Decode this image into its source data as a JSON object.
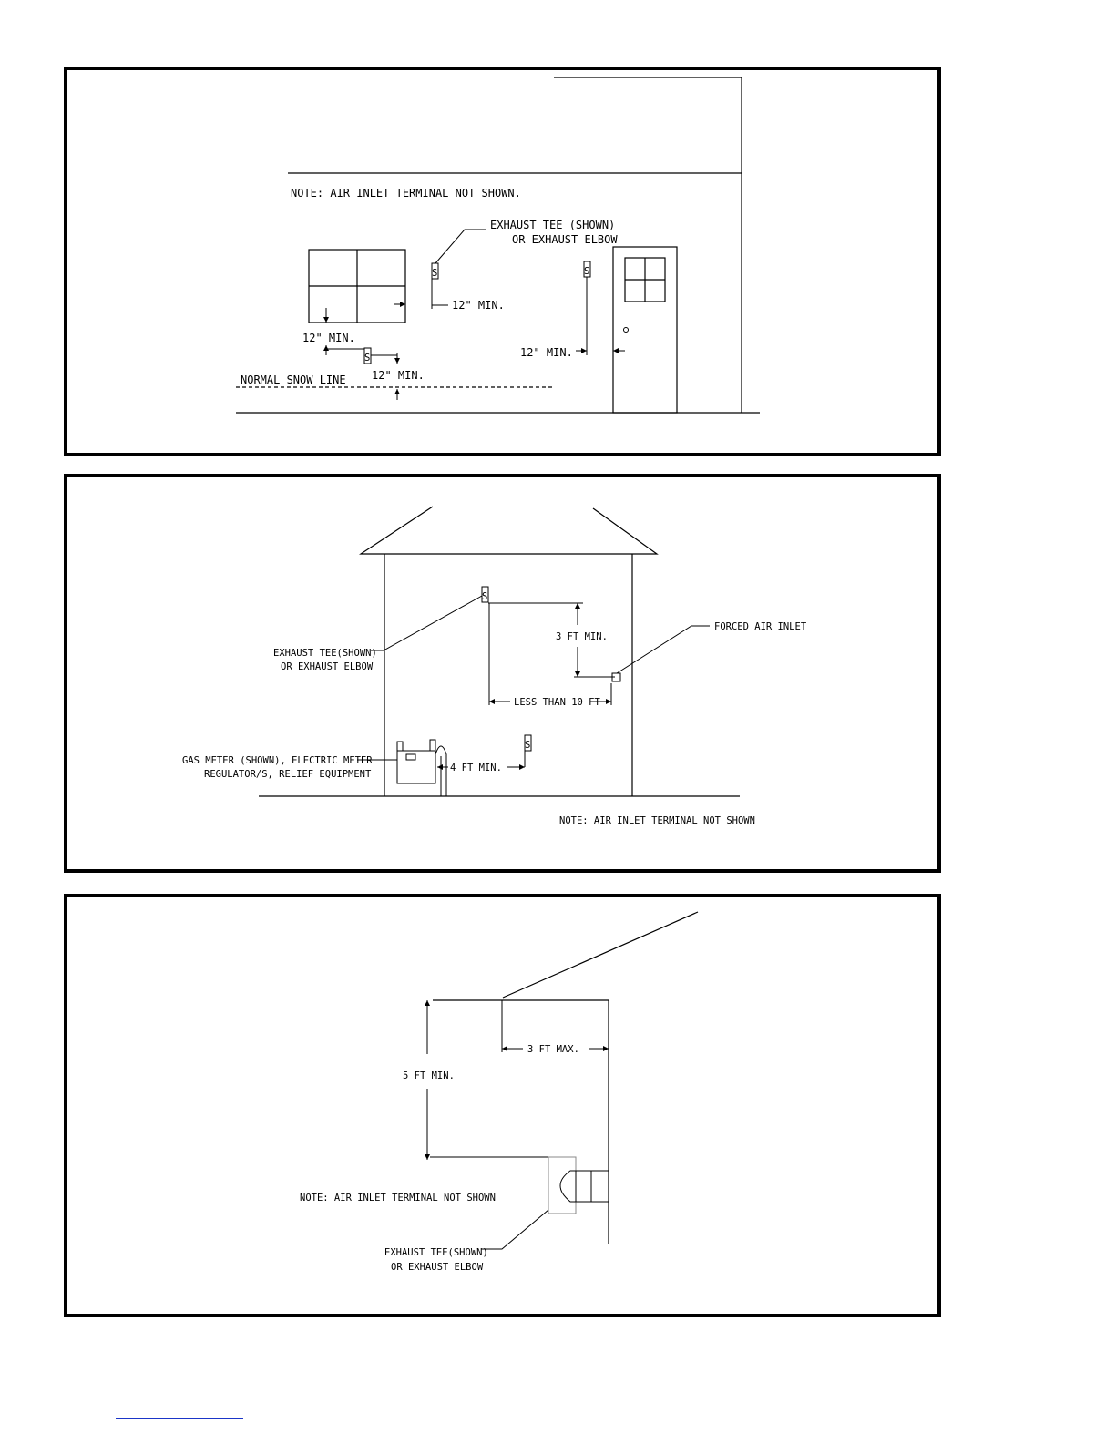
{
  "panel1": {
    "note": "NOTE: AIR INLET TERMINAL NOT SHOWN.",
    "exhaust_label_line1": "EXHAUST TEE (SHOWN)",
    "exhaust_label_line2": "OR EXHAUST ELBOW",
    "dim_window_side": "12\" MIN.",
    "dim_window_below": "12\" MIN.",
    "dim_snow": "12\" MIN.",
    "dim_door": "12\" MIN.",
    "snow_line": "NORMAL SNOW LINE",
    "terminal_glyph": "S"
  },
  "panel2": {
    "exhaust_label_line1": "EXHAUST TEE(SHOWN)",
    "exhaust_label_line2": "OR EXHAUST ELBOW",
    "dim_vertical": "3 FT MIN.",
    "dim_horizontal": "LESS THAN 10 FT",
    "forced_air_inlet": "FORCED AIR INLET",
    "gas_meter_line1": "GAS METER (SHOWN), ELECTRIC METER",
    "gas_meter_line2": "REGULATOR/S, RELIEF EQUIPMENT",
    "dim_meter": "4 FT MIN.",
    "note": "NOTE: AIR INLET TERMINAL NOT SHOWN",
    "terminal_glyph": "S"
  },
  "panel3": {
    "dim_vertical": "5 FT MIN.",
    "dim_horizontal": "3 FT MAX.",
    "note": "NOTE: AIR INLET TERMINAL NOT SHOWN",
    "exhaust_label_line1": "EXHAUST TEE(SHOWN)",
    "exhaust_label_line2": "OR EXHAUST ELBOW"
  }
}
